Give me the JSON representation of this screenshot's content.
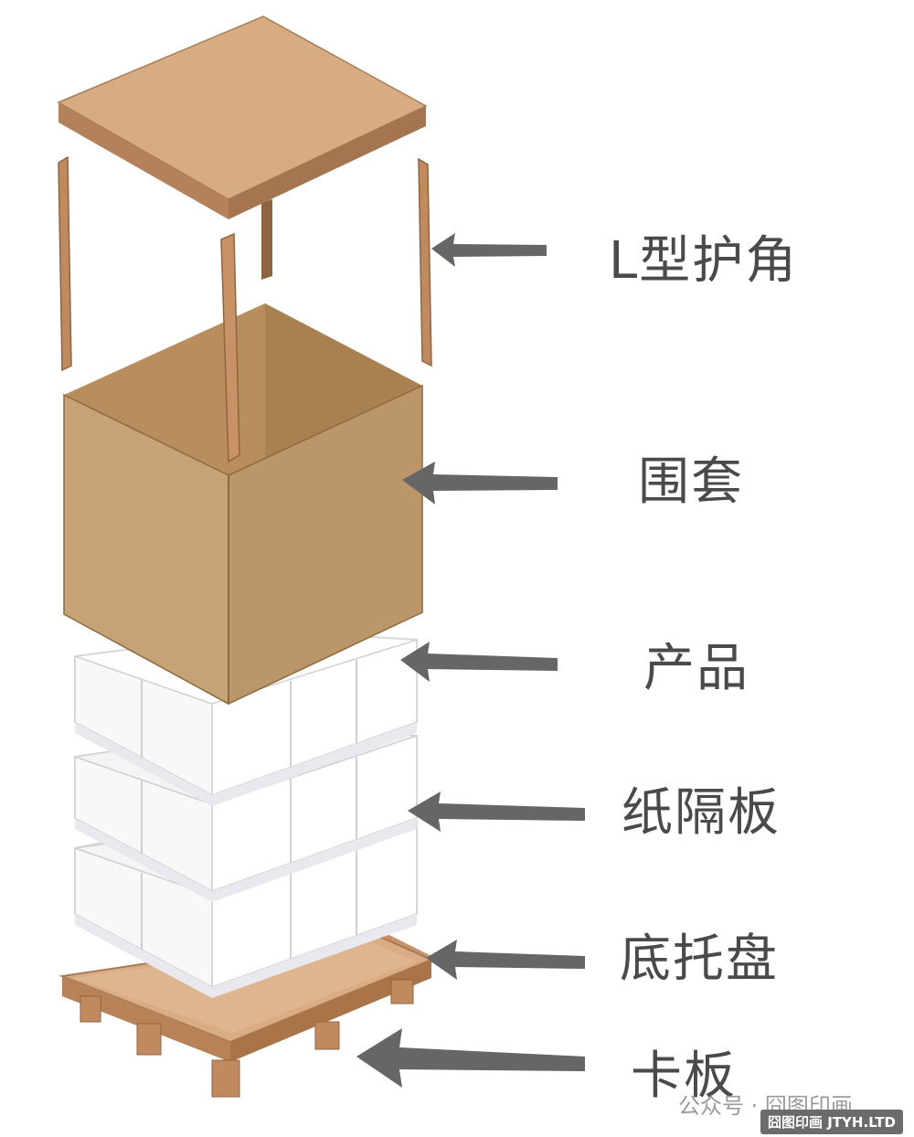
{
  "labels": {
    "corner_guard": "L型护角",
    "sleeve": "围套",
    "product": "产品",
    "separator": "纸隔板",
    "bottom_tray": "底托盘",
    "pallet": "卡板"
  },
  "watermark": {
    "channel": "公众号 · 囧图印画",
    "site": "囧图印画 JTYH.LTD"
  },
  "colors": {
    "cardboard": "#d4a478",
    "box_front": "#c6a377",
    "arrow": "#666666",
    "text": "#4a4a4a"
  }
}
